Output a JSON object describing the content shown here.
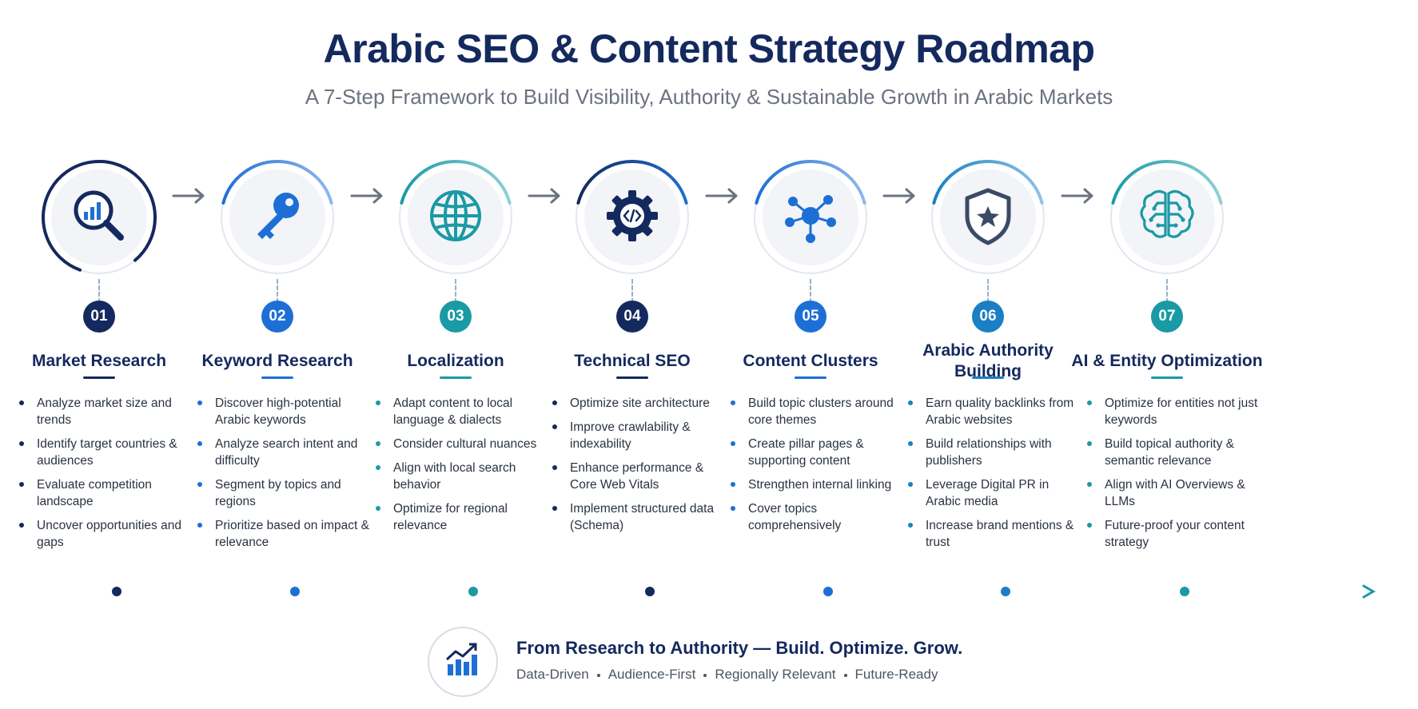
{
  "header": {
    "title": "Arabic SEO & Content Strategy Roadmap",
    "subtitle": "A 7-Step Framework to Build Visibility, Authority & Sustainable Growth in Arabic Markets"
  },
  "colors": {
    "navy": "#14295e",
    "blue": "#1d6fd6",
    "teal": "#1a9aa5",
    "grey_arrow": "#6b7280"
  },
  "steps": [
    {
      "number": "01",
      "title": "Market Research",
      "icon": "magnifier-chart-icon",
      "color": "#14295e",
      "bullets": [
        "Analyze market size and trends",
        "Identify target countries & audiences",
        "Evaluate competition landscape",
        "Uncover opportunities and gaps"
      ]
    },
    {
      "number": "02",
      "title": "Keyword Research",
      "icon": "key-icon",
      "color": "#1d6fd6",
      "bullets": [
        "Discover high-potential Arabic keywords",
        "Analyze search intent and difficulty",
        "Segment by topics and regions",
        "Prioritize based on impact & relevance"
      ]
    },
    {
      "number": "03",
      "title": "Localization",
      "icon": "globe-icon",
      "color": "#1a9aa5",
      "bullets": [
        "Adapt content to local language & dialects",
        "Consider cultural nuances",
        "Align with local search behavior",
        "Optimize for regional relevance"
      ]
    },
    {
      "number": "04",
      "title": "Technical SEO",
      "icon": "code-gear-icon",
      "color": "#14295e",
      "bullets": [
        "Optimize site architecture",
        "Improve crawlability & indexability",
        "Enhance performance & Core Web Vitals",
        "Implement structured data (Schema)"
      ]
    },
    {
      "number": "05",
      "title": "Content Clusters",
      "icon": "cluster-network-icon",
      "color": "#1d6fd6",
      "bullets": [
        "Build topic clusters around core themes",
        "Create pillar pages & supporting content",
        "Strengthen internal linking",
        "Cover topics comprehensively"
      ]
    },
    {
      "number": "06",
      "title": "Arabic Authority Building",
      "icon": "shield-star-icon",
      "color": "#1a7fc4",
      "bullets": [
        "Earn quality backlinks from Arabic websites",
        "Build relationships with publishers",
        "Leverage Digital PR in Arabic media",
        "Increase brand mentions & trust"
      ]
    },
    {
      "number": "07",
      "title": "AI & Entity Optimization",
      "icon": "brain-circuit-icon",
      "color": "#1a9aa5",
      "bullets": [
        "Optimize for entities not just keywords",
        "Build topical authority & semantic relevance",
        "Align with AI Overviews & LLMs",
        "Future-proof your content strategy"
      ]
    }
  ],
  "footer": {
    "icon": "growth-chart-icon",
    "title": "From Research to Authority — Build. Optimize. Grow.",
    "tags": [
      "Data-Driven",
      "Audience-First",
      "Regionally Relevant",
      "Future-Ready"
    ]
  }
}
